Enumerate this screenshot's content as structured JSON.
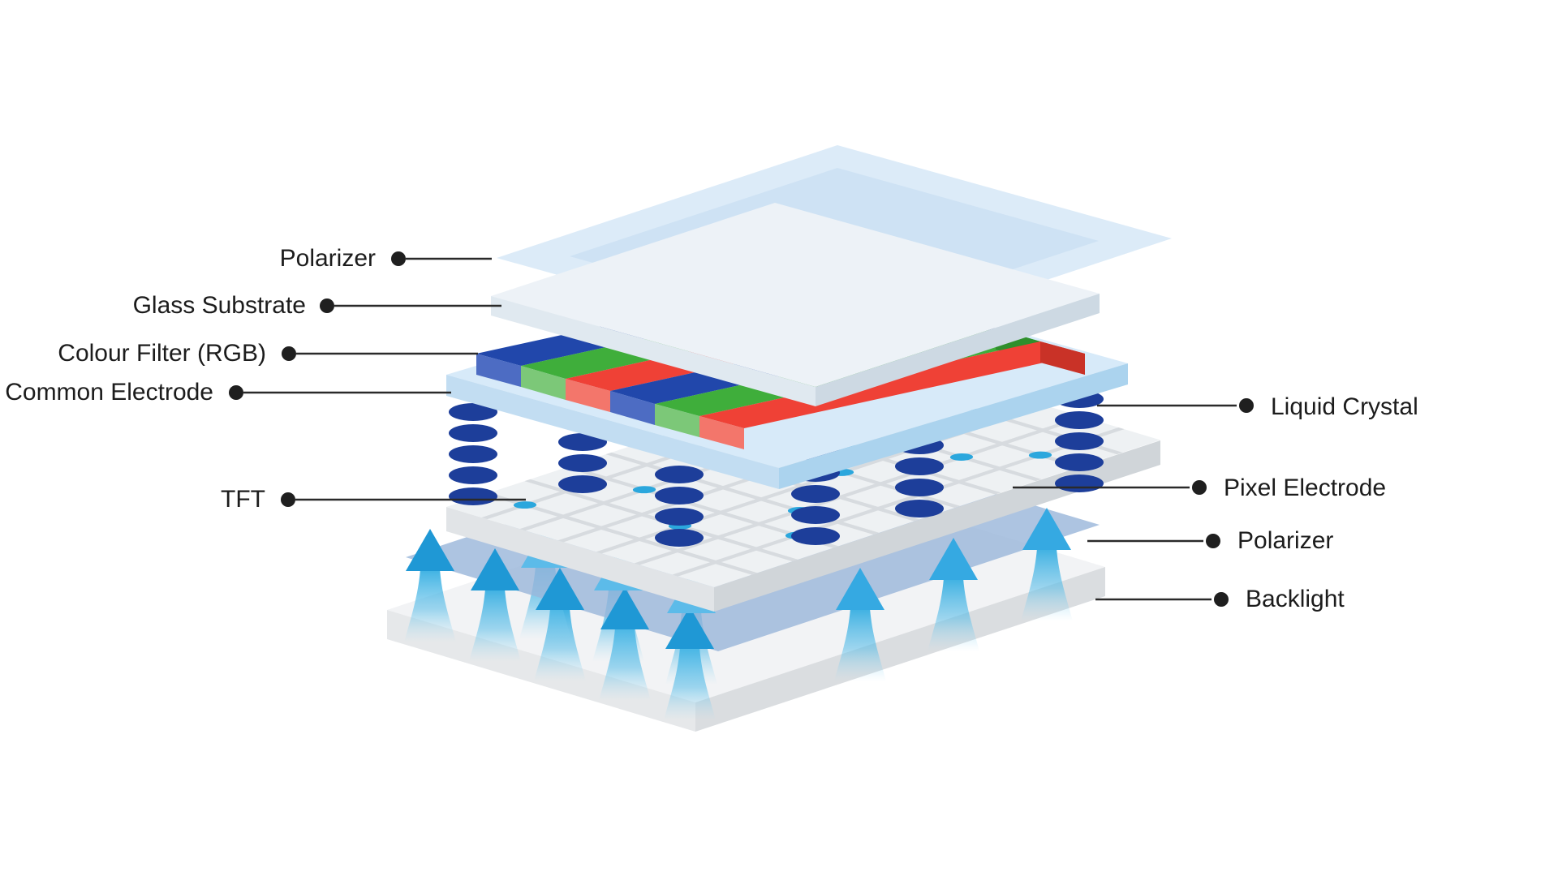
{
  "diagram": {
    "name": "LCD display exploded layer structure diagram",
    "labels_left": [
      {
        "text": "Polarizer"
      },
      {
        "text": "Glass Substrate"
      },
      {
        "text": "Colour Filter (RGB)"
      },
      {
        "text": "Common Electrode"
      },
      {
        "text": "TFT"
      }
    ],
    "labels_right": [
      {
        "text": "Liquid Crystal"
      },
      {
        "text": "Pixel Electrode"
      },
      {
        "text": "Polarizer"
      },
      {
        "text": "Backlight"
      }
    ]
  },
  "colors": {
    "background": "#ffffff",
    "label_text": "#1c1c1c",
    "leader_line": "#2a2a2a",
    "polarizer_top": "#dcebf8",
    "polarizer_top_inner": "#cee2f4",
    "glass_top": "#edf2f7",
    "filter_blue_top": "#2147ab",
    "filter_green_top": "#3fae3b",
    "filter_red_top": "#ef4136",
    "common_electrode_top": "#d7eaf9",
    "liquid_crystal": "#1d3e9a",
    "tft_dot": "#2ba7dd",
    "tft_grid_top": "#eef1f3",
    "bottom_polarizer": "#9bb7da",
    "arrow_blue": "#29a9e0",
    "backlight_top": "#f2f3f5"
  }
}
